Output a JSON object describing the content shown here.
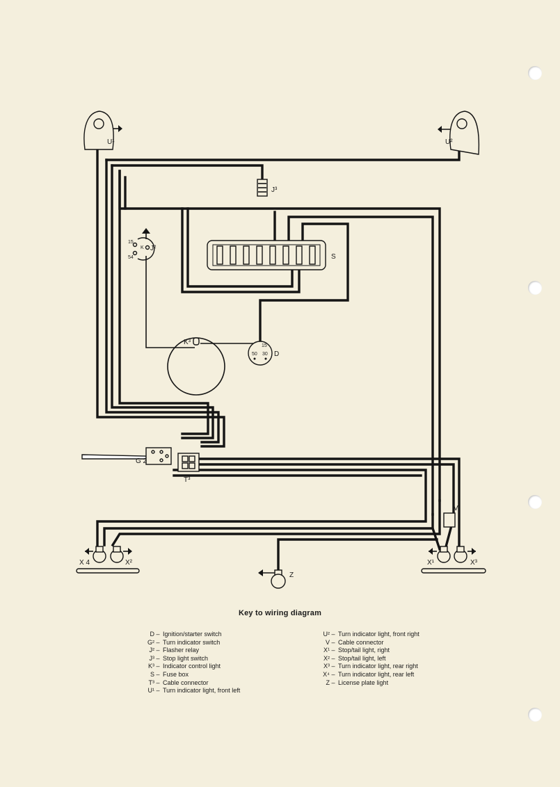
{
  "diagram": {
    "labels": {
      "u1": "U¹",
      "u2": "U²",
      "j3": "J³",
      "j2": "J²",
      "s": "S",
      "k3": "K³",
      "d": "D",
      "g2": "G 2",
      "t3": "T³",
      "v": "V",
      "x1": "X¹",
      "x2": "X²",
      "x3": "X³",
      "x4": "X 4",
      "z": "Z"
    },
    "terminals": {
      "j2_15": "15",
      "j2_k": "K",
      "j2_54": "54",
      "d_15": "15",
      "d_50": "50",
      "d_30": "30"
    }
  },
  "key": {
    "title": "Key to wiring diagram",
    "left": [
      {
        "code": "D",
        "desc": "Ignition/starter switch"
      },
      {
        "code": "G²",
        "desc": "Turn indicator switch"
      },
      {
        "code": "J²",
        "desc": "Flasher relay"
      },
      {
        "code": "J³",
        "desc": "Stop light switch"
      },
      {
        "code": "K³",
        "desc": "Indicator control light"
      },
      {
        "code": "S",
        "desc": "Fuse box"
      },
      {
        "code": "T³",
        "desc": "Cable connector"
      },
      {
        "code": "U¹",
        "desc": "Turn indicator light, front left"
      }
    ],
    "right": [
      {
        "code": "U²",
        "desc": "Turn indicator light, front right"
      },
      {
        "code": "V",
        "desc": "Cable connector"
      },
      {
        "code": "X¹",
        "desc": "Stop/tail light, right"
      },
      {
        "code": "X²",
        "desc": "Stop/tail light, left"
      },
      {
        "code": "X³",
        "desc": "Turn indicator light, rear right"
      },
      {
        "code": "X⁴",
        "desc": "Turn indicator light, rear left"
      },
      {
        "code": "Z",
        "desc": "License plate light"
      }
    ]
  }
}
